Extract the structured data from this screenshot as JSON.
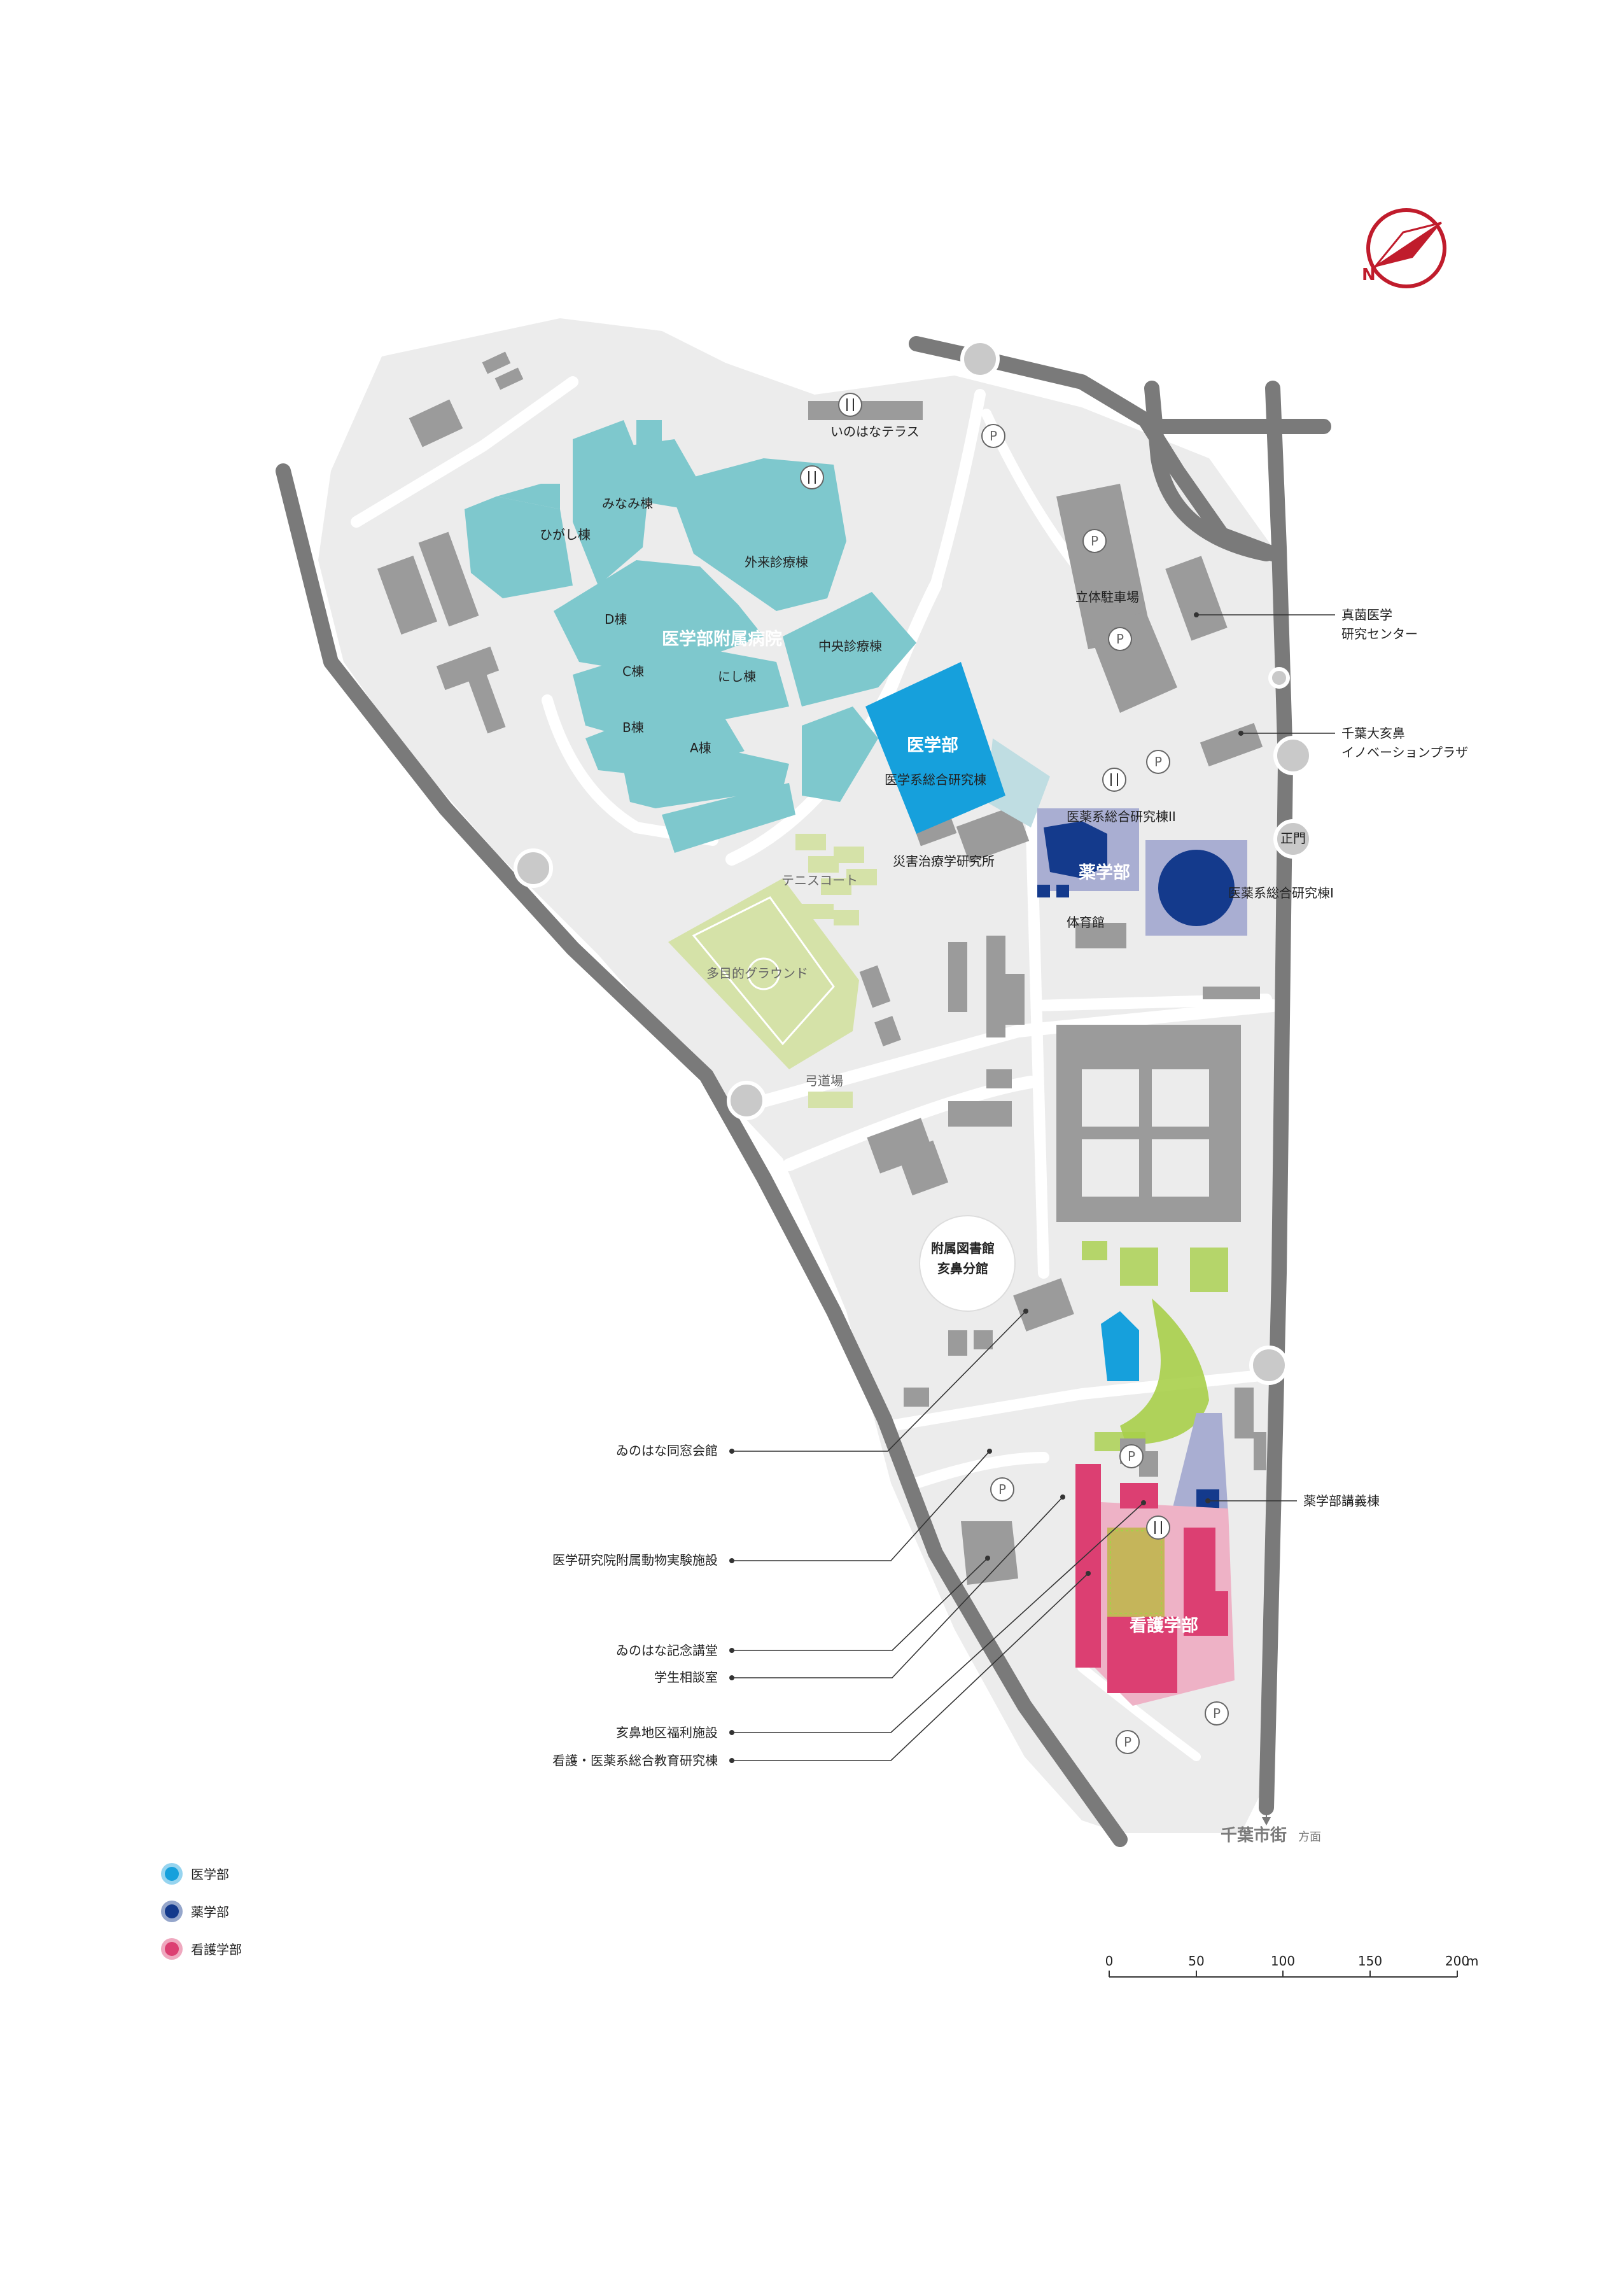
{
  "colors": {
    "medicine": "#16a0dc",
    "pharmacy": "#143a8c",
    "pharmacy_zone": "#a9aed2",
    "nursing": "#dc3f72",
    "nursing_zone": "#eeb2c6",
    "hospital": "#7ec8cd",
    "building": "#9b9b9b",
    "campus": "#ececec",
    "field": "#d5e2a8",
    "trees": "#a8cf4a",
    "road": "#7a7a7a",
    "compass": "#c01c2c"
  },
  "compass": {
    "label": "N"
  },
  "facilities": {
    "hospital": "医学部附属病院",
    "higashi": "ひがし棟",
    "minami": "みなみ棟",
    "gairai": "外来診療棟",
    "d_wing": "D棟",
    "c_wing": "C棟",
    "nishi": "にし棟",
    "chuo": "中央診療棟",
    "b_wing": "B棟",
    "a_wing": "A棟",
    "inohana_terrace": "いのはなテラス",
    "parking_tower": "立体駐車場",
    "shinkin_1": "真菌医学",
    "shinkin_2": "研究センター",
    "plaza_1": "千葉大亥鼻",
    "plaza_2": "イノベーションプラザ",
    "medicine_faculty": "医学部",
    "med_research": "医学系総合研究棟",
    "disaster_research": "災害治療学研究所",
    "medpharm_2": "医薬系総合研究棟II",
    "pharmacy_faculty": "薬学部",
    "medpharm_1": "医薬系総合研究棟I",
    "main_gate": "正門",
    "gym": "体育館",
    "tennis": "テニスコート",
    "ground": "多目的グラウンド",
    "archery": "弓道場",
    "library_1": "附属図書館",
    "library_2": "亥鼻分館",
    "pharmacy_lecture": "薬学部講義棟",
    "nursing_faculty": "看護学部",
    "parking": "P",
    "city_direction_main": "千葉市街",
    "city_direction_sub": "方面"
  },
  "left_labels": [
    "ゐのはな同窓会館",
    "医学研究院附属動物実験施設",
    "ゐのはな記念講堂",
    "学生相談室",
    "亥鼻地区福利施設",
    "看護・医薬系総合教育研究棟"
  ],
  "legend": [
    {
      "label": "医学部",
      "color": "#16a0dc"
    },
    {
      "label": "薬学部",
      "color": "#143a8c"
    },
    {
      "label": "看護学部",
      "color": "#dc3f72"
    }
  ],
  "scale_bar": {
    "ticks": [
      "0",
      "50",
      "100",
      "150",
      "200"
    ],
    "unit": "m"
  }
}
